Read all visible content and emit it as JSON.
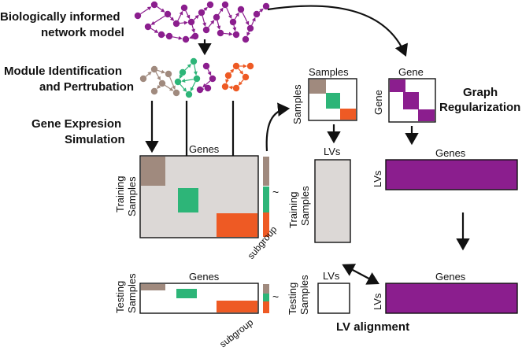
{
  "colors": {
    "network": "#8B1E8E",
    "module_brown": "#A08A7E",
    "module_green": "#2DB578",
    "module_orange": "#EE5A24",
    "matrix_gray": "#DCD8D6",
    "lv_purple": "#8B1E8E",
    "ink": "#111111"
  },
  "labels": {
    "network_title_1": "Biologically informed",
    "network_title_2": "network model",
    "module_title_1": "Module Identification",
    "module_title_2": "and Pertrubation",
    "gene_expr_1": "Gene Expresion",
    "gene_expr_2": "Simulation",
    "genes_train": "Genes",
    "training_1": "Training",
    "training_2": "Samples",
    "subgroup_train": "subgroup",
    "tilde_train": "~",
    "genes_test": "Genes",
    "testing_1": "Testing",
    "testing_2": "Samples",
    "subgroup_test": "subgroup",
    "tilde_test": "~",
    "samples_top": "Samples",
    "samples_side": "Samples",
    "lvs_top": "LVs",
    "training_lv_1": "Training",
    "training_lv_2": "Samples",
    "testing_lv_1": "Testing",
    "testing_lv_2": "Samples",
    "lvs_test": "LVs",
    "lv_alignment": "LV alignment",
    "gene_top": "Gene",
    "gene_side": "Gene",
    "graph_reg_1": "Graph",
    "graph_reg_2": "Regularization",
    "genes_lv": "Genes",
    "lvs_side": "LVs",
    "genes_bottom": "Genes",
    "lvs_bottom": "LVs"
  },
  "icons": [
    "network-graph-icon",
    "module-network-icon",
    "arrow-icon",
    "double-arrow-icon",
    "tilde-icon"
  ]
}
